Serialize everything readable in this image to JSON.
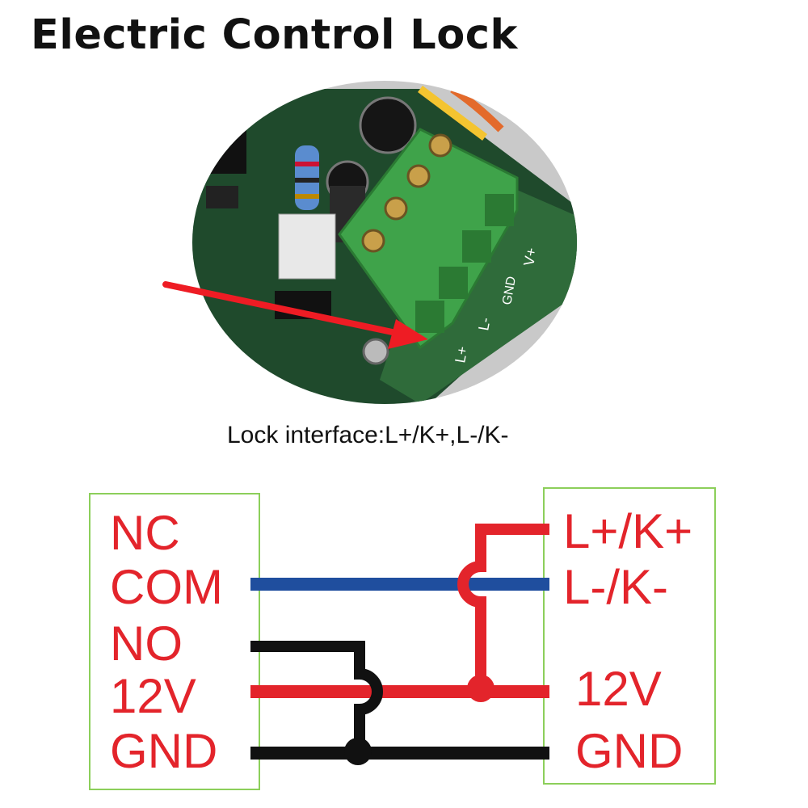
{
  "title": "Electric Control Lock",
  "caption": "Lock interface:L+/K+,L-/K-",
  "board_labels": {
    "l_plus": "L+",
    "l_minus": "L-",
    "gnd": "GND",
    "v_plus": "V+"
  },
  "left_terminals": [
    "NC",
    "COM",
    "NO",
    "12V",
    "GND"
  ],
  "right_terminals": {
    "lk_plus": "L+/K+",
    "lk_minus": "L-/K-",
    "v12": "12V",
    "gnd": "GND"
  },
  "colors": {
    "label_red": "#e3242b",
    "wire_blue": "#1f4e9e",
    "wire_black": "#111111",
    "box_green": "#8ccf5a"
  },
  "icons": {
    "pointer_arrow": "red-arrow-icon"
  }
}
